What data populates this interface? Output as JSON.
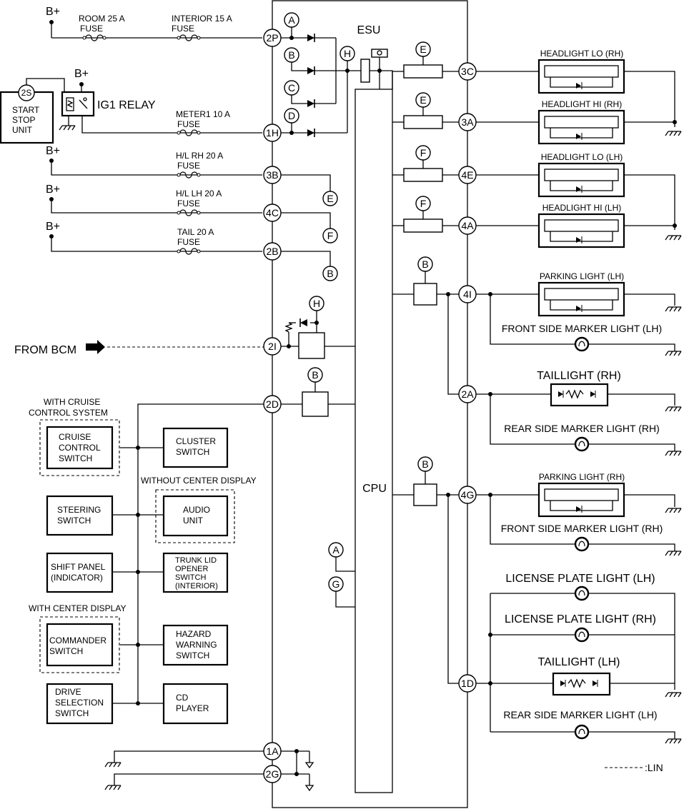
{
  "module": {
    "title": "ESU",
    "cpu": "CPU"
  },
  "bplus": "B+",
  "relay": {
    "label": "IG1 RELAY"
  },
  "start_stop": {
    "id": "2S",
    "lines": [
      "START",
      "STOP",
      "UNIT"
    ]
  },
  "fuses": [
    {
      "name": "ROOM 25 A",
      "word": "FUSE"
    },
    {
      "name": "INTERIOR 15 A",
      "word": "FUSE"
    },
    {
      "name": "METER1 10 A",
      "word": "FUSE"
    },
    {
      "name": "H/L RH 20 A",
      "word": "FUSE"
    },
    {
      "name": "H/L LH 20 A",
      "word": "FUSE"
    },
    {
      "name": "TAIL 20 A",
      "word": "FUSE"
    }
  ],
  "left_pins": [
    "2P",
    "1H",
    "3B",
    "4C",
    "2B",
    "2I",
    "2D",
    "1A",
    "2G"
  ],
  "right_pins": [
    "3C",
    "3A",
    "4E",
    "4A",
    "4I",
    "2A",
    "4G",
    "1D"
  ],
  "connectors": {
    "A": "A",
    "B": "B",
    "C": "C",
    "D": "D",
    "E": "E",
    "F": "F",
    "G": "G",
    "H": "H"
  },
  "from_bcm": "FROM BCM",
  "lin_legend": ":LIN",
  "switch_groups": {
    "with_cruise": [
      "WITH CRUISE",
      "CONTROL SYSTEM"
    ],
    "without_center": "WITHOUT CENTER DISPLAY",
    "with_center": "WITH CENTER DISPLAY"
  },
  "switches": {
    "cruise": [
      "CRUISE",
      "CONTROL",
      "SWITCH"
    ],
    "cluster": [
      "CLUSTER",
      "SWITCH"
    ],
    "steering": [
      "STEERING",
      "SWITCH"
    ],
    "audio": [
      "AUDIO",
      "UNIT"
    ],
    "shift": [
      "SHIFT PANEL",
      "(INDICATOR)"
    ],
    "trunk": [
      "TRUNK LID",
      "OPENER",
      "SWITCH",
      "(INTERIOR)"
    ],
    "commander": [
      "COMMANDER",
      "SWITCH"
    ],
    "hazard": [
      "HAZARD",
      "WARNING",
      "SWITCH"
    ],
    "drive": [
      "DRIVE",
      "SELECTION",
      "SWITCH"
    ],
    "cd": [
      "CD",
      "PLAYER"
    ]
  },
  "lights": {
    "hl_lo_rh": "HEADLIGHT LO (RH)",
    "hl_hi_rh": "HEADLIGHT HI (RH)",
    "hl_lo_lh": "HEADLIGHT LO (LH)",
    "hl_hi_lh": "HEADLIGHT HI (LH)",
    "park_lh": "PARKING LIGHT (LH)",
    "fsm_lh": "FRONT SIDE MARKER LIGHT (LH)",
    "tail_rh": "TAILLIGHT (RH)",
    "rsm_rh": "REAR SIDE MARKER LIGHT (RH)",
    "park_rh": "PARKING LIGHT (RH)",
    "fsm_rh": "FRONT SIDE MARKER LIGHT (RH)",
    "lic_lh": "LICENSE PLATE LIGHT (LH)",
    "lic_rh": "LICENSE PLATE LIGHT (RH)",
    "tail_lh": "TAILLIGHT (LH)",
    "rsm_lh": "REAR SIDE MARKER LIGHT (LH)"
  }
}
